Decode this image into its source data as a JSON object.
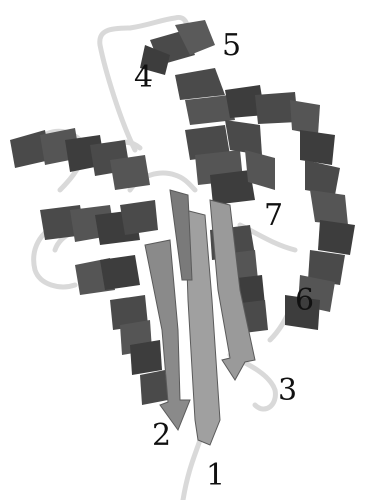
{
  "figure": {
    "structure_labels": [
      {
        "id": "1",
        "text": "1"
      },
      {
        "id": "2",
        "text": "2"
      },
      {
        "id": "3",
        "text": "3"
      },
      {
        "id": "4",
        "text": "4"
      },
      {
        "id": "5",
        "text": "5"
      },
      {
        "id": "6",
        "text": "6"
      },
      {
        "id": "7",
        "text": "7"
      }
    ],
    "colors": {
      "helix": "#4a4a4a",
      "helix_dark": "#333333",
      "strand": "#8a8a8a",
      "strand_light": "#a8a8a8",
      "coil": "#d9d9d9",
      "label": "#111111",
      "background": "#ffffff"
    }
  }
}
